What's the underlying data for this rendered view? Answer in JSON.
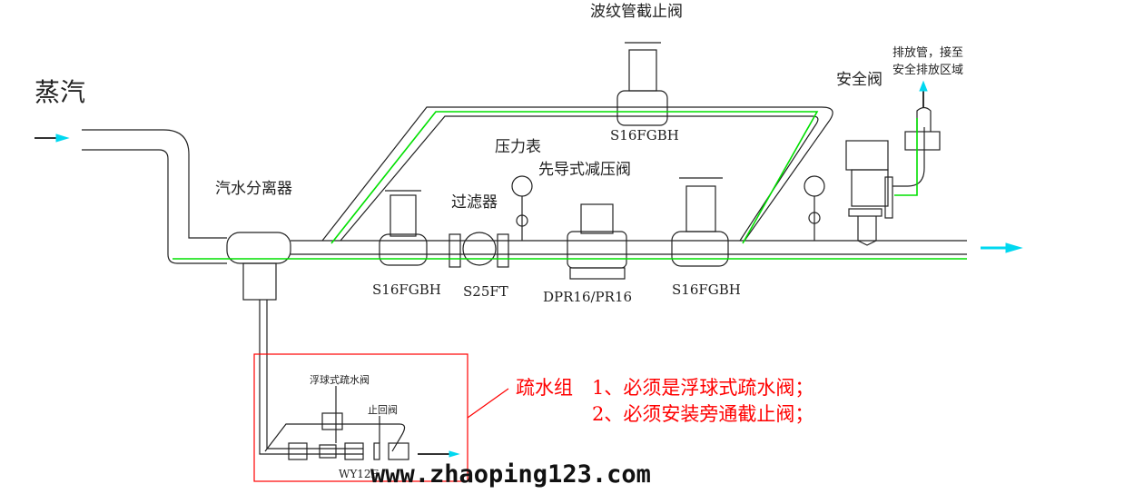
{
  "title": "蒸汽",
  "labels": {
    "bellows_valve": "波纹管截止阀",
    "bellows_model": "S16FGBH",
    "safety_valve": "安全阀",
    "discharge_line1": "排放管，接至",
    "discharge_line2": "安全排放区域",
    "pressure_gauge": "压力表",
    "prv": "先导式减压阀",
    "strainer": "过滤器",
    "separator": "汽水分离器",
    "model_valve1": "S16FGBH",
    "model_strainer": "S25FT",
    "model_prv": "DPR16/PR16",
    "model_valve2": "S16FGBH"
  },
  "drain_group": {
    "float_trap": "浮球式疏水阀",
    "check_valve": "止回阀",
    "model": "WY12F",
    "title": "疏水组",
    "note1": "1、必须是浮球式疏水阀；",
    "note2": "2、必须安装旁通截止阀；"
  },
  "watermark": "www.zhaoping123.com",
  "colors": {
    "flow": "#00e000",
    "arrow": "#00d8f0",
    "note": "#ff0000"
  }
}
